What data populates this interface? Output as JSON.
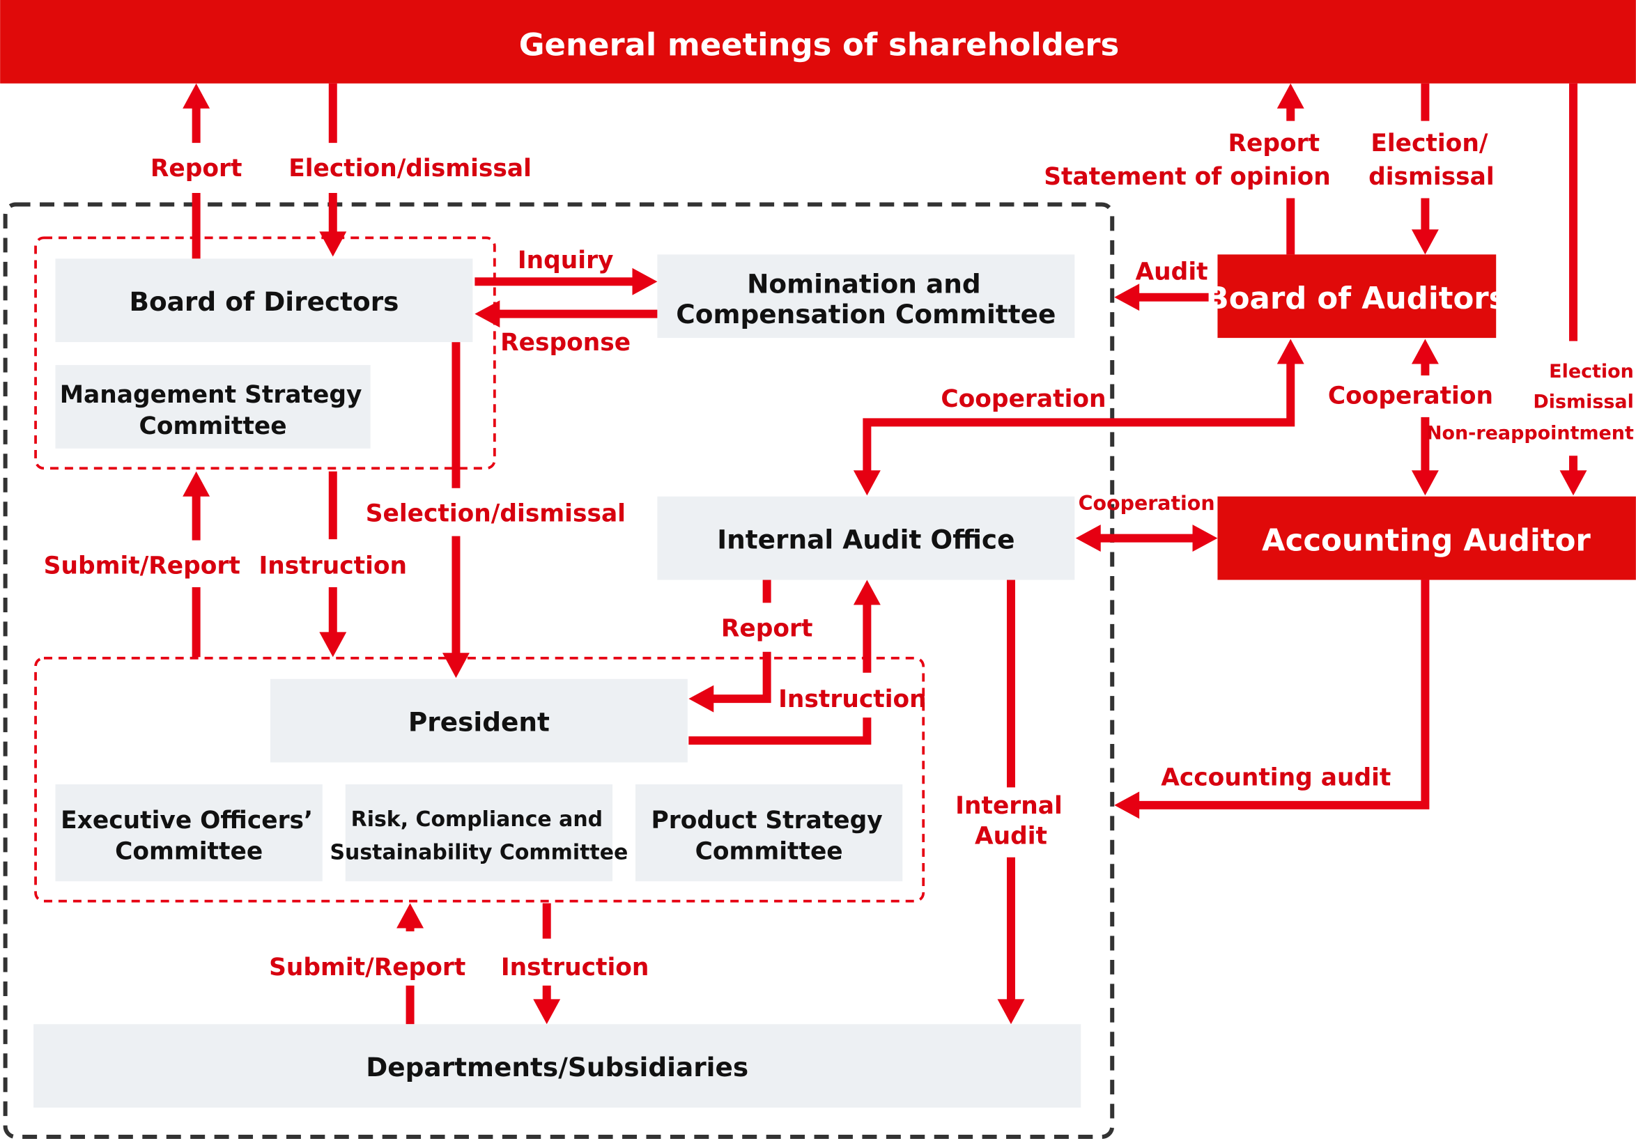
{
  "title": "General meetings of shareholders",
  "boxes": {
    "board_of_directors": "Board of Directors",
    "management_strategy": [
      "Management Strategy",
      "Committee"
    ],
    "nomination": [
      "Nomination and",
      "Compensation Committee"
    ],
    "internal_audit_office": "Internal Audit Office",
    "president": "President",
    "executive_officers": [
      "Executive Officers’",
      "Committee"
    ],
    "risk_compliance": [
      "Risk, Compliance and",
      "Sustainability Committee"
    ],
    "product_strategy": [
      "Product Strategy",
      "Committee"
    ],
    "departments": "Departments/Subsidiaries",
    "board_of_auditors": "Board of Auditors",
    "accounting_auditor": "Accounting Auditor"
  },
  "labels": {
    "report_top": "Report",
    "election_dismissal_top": "Election/dismissal",
    "inquiry": "Inquiry",
    "response": "Response",
    "selection_dismissal": "Selection/dismissal",
    "submit_report_mid": "Submit/Report",
    "instruction_mid": "Instruction",
    "report_iao": "Report",
    "instruction_iao": "Instruction",
    "internal_audit": [
      "Internal",
      "Audit"
    ],
    "submit_report_bottom": "Submit/Report",
    "instruction_bottom": "Instruction",
    "cooperation_iao_boa": "Cooperation",
    "audit": "Audit",
    "report_boa": "Report",
    "statement_of_opinion": "Statement of opinion",
    "election_boa": [
      "Election/",
      "dismissal"
    ],
    "cooperation_boa_aa": "Cooperation",
    "election_aa": [
      "Election",
      "Dismissal",
      "Non-reappointment"
    ],
    "cooperation_iao_aa": "Cooperation",
    "accounting_audit": "Accounting audit"
  },
  "colors": {
    "red": "#e00a0a",
    "box": "#edf0f3"
  }
}
